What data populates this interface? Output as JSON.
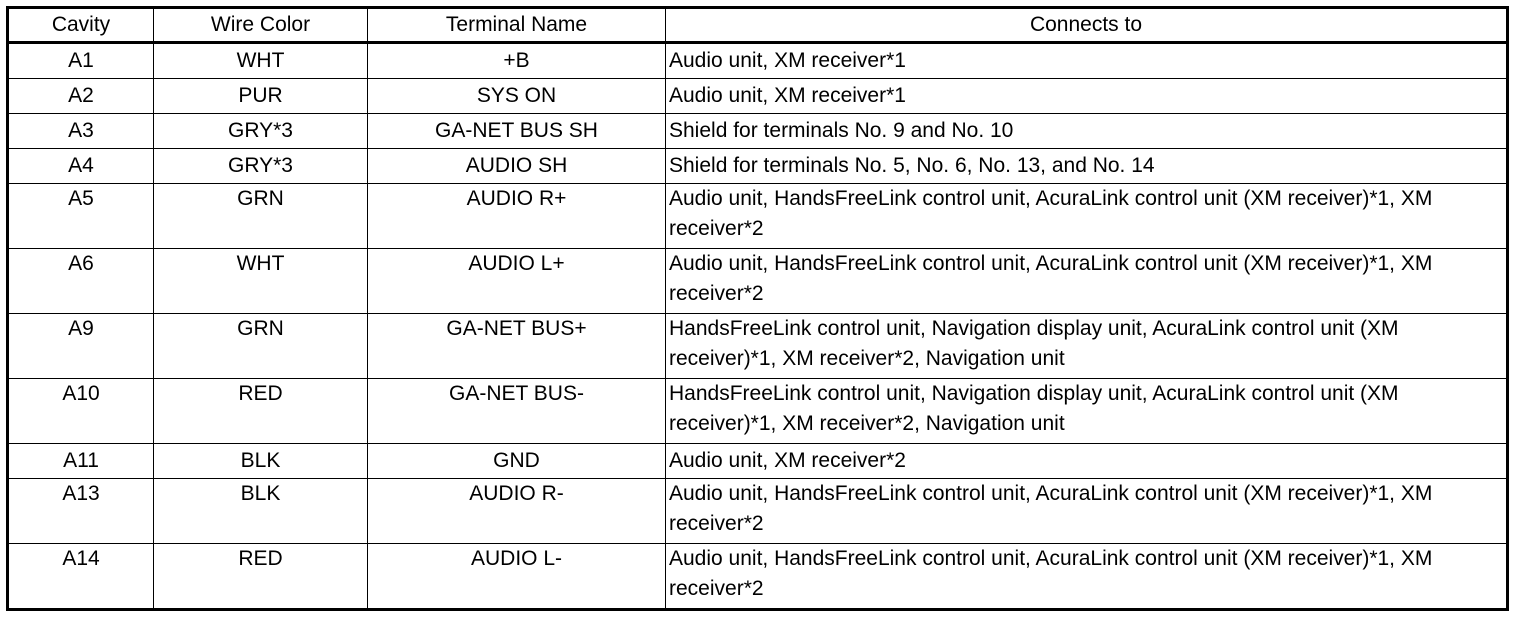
{
  "table": {
    "headers": [
      "Cavity",
      "Wire Color",
      "Terminal Name",
      "Connects to"
    ],
    "rows": [
      {
        "cavity": "A1",
        "wire_color": "WHT",
        "terminal_name": "+B",
        "connects_to": "Audio unit, XM receiver*1"
      },
      {
        "cavity": "A2",
        "wire_color": "PUR",
        "terminal_name": "SYS ON",
        "connects_to": "Audio unit, XM receiver*1"
      },
      {
        "cavity": "A3",
        "wire_color": "GRY*3",
        "terminal_name": "GA-NET BUS SH",
        "connects_to": "Shield for terminals No. 9 and No. 10"
      },
      {
        "cavity": "A4",
        "wire_color": "GRY*3",
        "terminal_name": "AUDIO SH",
        "connects_to": "Shield for terminals No. 5, No. 6, No. 13, and No. 14"
      },
      {
        "cavity": "A5",
        "wire_color": "GRN",
        "terminal_name": "AUDIO R+",
        "connects_to": "Audio unit, HandsFreeLink control unit, AcuraLink control unit (XM receiver)*1, XM receiver*2"
      },
      {
        "cavity": "A6",
        "wire_color": "WHT",
        "terminal_name": "AUDIO L+",
        "connects_to": "Audio unit, HandsFreeLink control unit, AcuraLink control unit (XM receiver)*1, XM receiver*2"
      },
      {
        "cavity": "A9",
        "wire_color": "GRN",
        "terminal_name": "GA-NET BUS+",
        "connects_to": "HandsFreeLink control unit, Navigation display unit, AcuraLink control unit (XM receiver)*1, XM receiver*2, Navigation unit"
      },
      {
        "cavity": "A10",
        "wire_color": "RED",
        "terminal_name": "GA-NET BUS-",
        "connects_to": "HandsFreeLink control unit, Navigation display unit, AcuraLink control unit (XM receiver)*1, XM receiver*2, Navigation unit"
      },
      {
        "cavity": "A11",
        "wire_color": "BLK",
        "terminal_name": "GND",
        "connects_to": "Audio unit, XM receiver*2"
      },
      {
        "cavity": "A13",
        "wire_color": "BLK",
        "terminal_name": "AUDIO R-",
        "connects_to": "Audio unit, HandsFreeLink control unit, AcuraLink control unit (XM receiver)*1, XM receiver*2"
      },
      {
        "cavity": "A14",
        "wire_color": "RED",
        "terminal_name": "AUDIO L-",
        "connects_to": "Audio unit, HandsFreeLink control unit, AcuraLink control unit (XM receiver)*1, XM receiver*2"
      }
    ]
  }
}
